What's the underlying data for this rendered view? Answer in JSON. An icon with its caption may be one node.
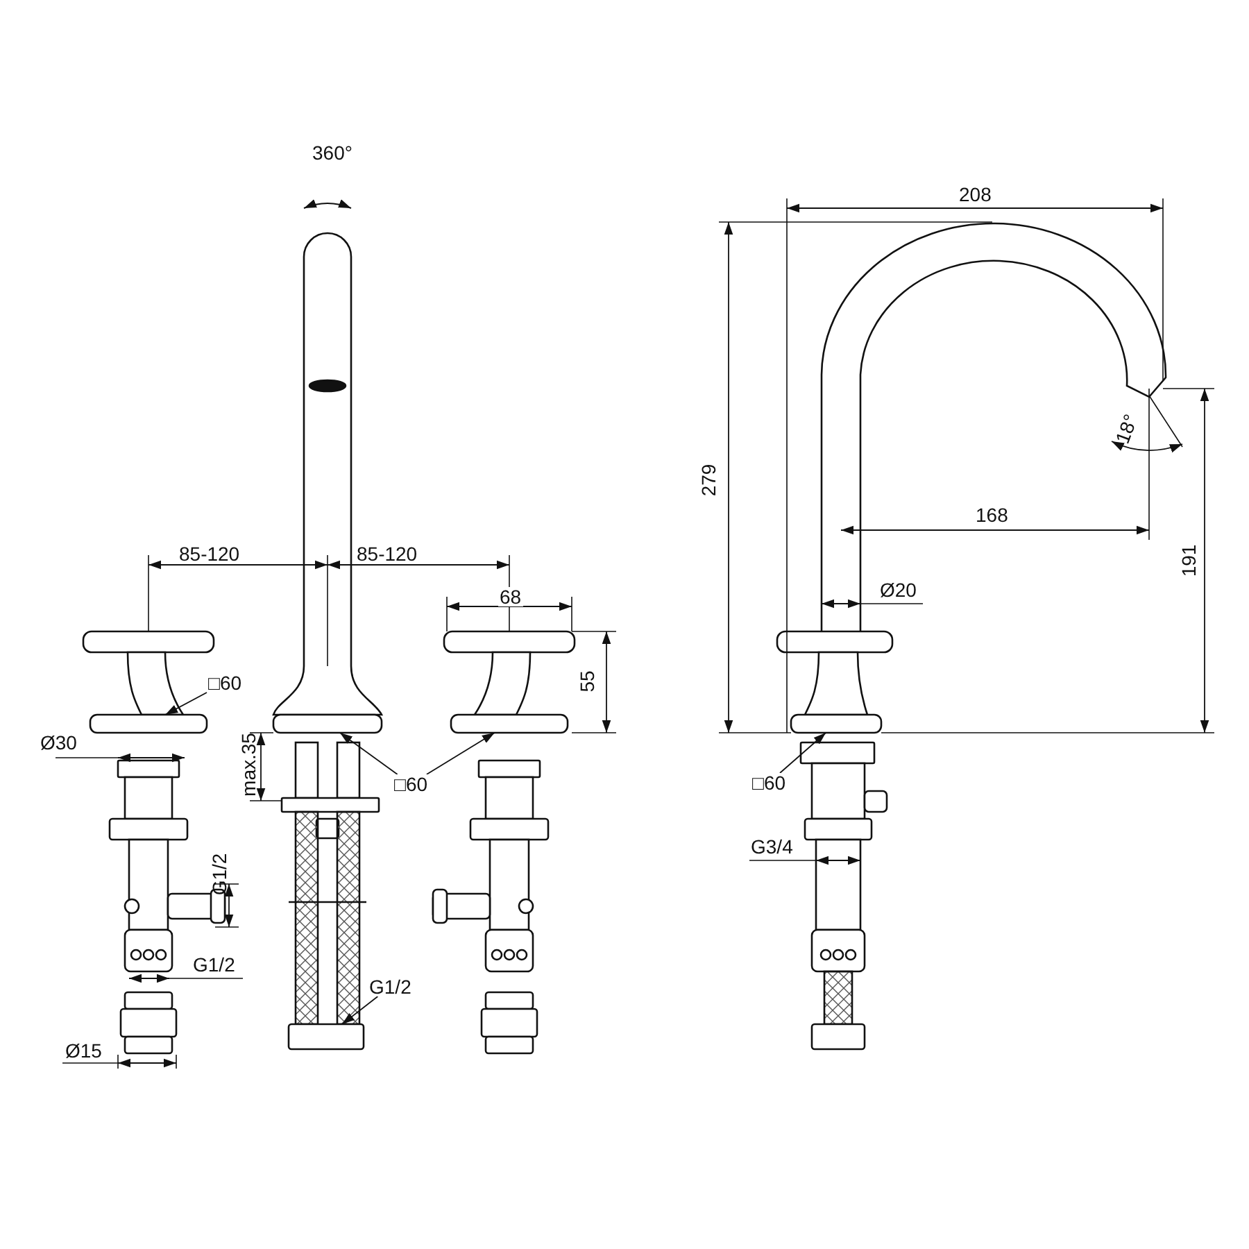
{
  "diagram": {
    "nodes": [
      {
        "text": [
          "□60"
        ]
      },
      {
        "text": [
          "□60"
        ]
      },
      {
        "text": [
          "G1/2"
        ]
      },
      {
        "text": [
          "□60"
        ]
      },
      {
        "text": [],
        "shape": "box"
      },
      {
        "text": [],
        "shape": "box"
      },
      {
        "text": [],
        "shape": "box"
      },
      {
        "text": [],
        "shape": "box"
      },
      {
        "text": [],
        "shape": "box"
      }
    ],
    "edges": [
      {
        "from": 0,
        "to": 4,
        "arrow": "to"
      },
      {
        "from": 1,
        "to": 5,
        "arrow": "to"
      },
      {
        "from": 1,
        "to": 6,
        "arrow": "to"
      },
      {
        "from": 2,
        "to": 7,
        "arrow": "to"
      },
      {
        "from": 3,
        "to": 8,
        "arrow": "to"
      }
    ],
    "labels": [
      "360°",
      "85-120",
      "85-120",
      "68",
      "55",
      "Ø30",
      "max.35",
      "G1/2",
      "G1/2",
      "Ø15",
      "208",
      "279",
      "18°",
      "168",
      "191",
      "Ø20",
      "G3/4"
    ]
  }
}
